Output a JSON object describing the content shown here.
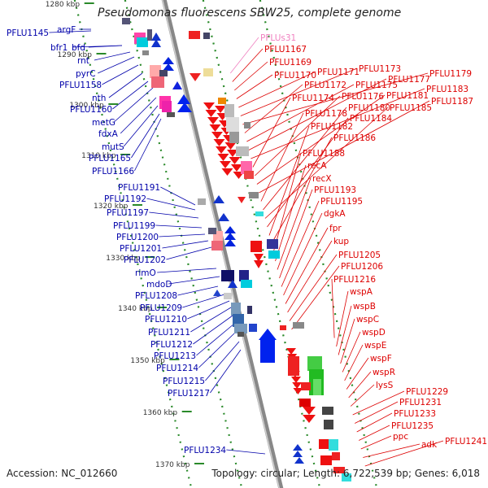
{
  "title": "Pseudomonas fluorescens SBW25, complete genome",
  "footer": {
    "accession": "Accession: NC_012660",
    "topology": "Topology: circular; Length: 6,722,539 bp; Genes: 6,018"
  },
  "colors": {
    "backbone": "#888888",
    "left_labels": "#0000aa",
    "right_labels": "#dd0000",
    "highlight_label": "#f080c0",
    "track_dots": "#2a8a2a"
  },
  "kbp_ticks": [
    "1280 kbp",
    "1290 kbp",
    "1300 kbp",
    "1310 kbp",
    "1320 kbp",
    "1330 kbp",
    "1340 kbp",
    "1350 kbp",
    "1360 kbp",
    "1370 kbp"
  ],
  "left_labels": [
    "PFLU1145",
    "argF",
    "bfr1",
    "bfd",
    "rnt",
    "pyrC",
    "PFLU1158",
    "nth",
    "PFLU1160",
    "metG",
    "fdxA",
    "mutS",
    "PFLU1165",
    "PFLU1166",
    "PFLU1191",
    "PFLU1192",
    "PFLU1197",
    "PFLU1199",
    "PFLU1200",
    "PFLU1201",
    "PFLU1202",
    "rimO",
    "mdoD",
    "PFLU1208",
    "PFLU1209",
    "PFLU1210",
    "PFLU1211",
    "PFLU1212",
    "PFLU1213",
    "PFLU1214",
    "PFLU1215",
    "PFLU1217",
    "PFLU1234"
  ],
  "right_labels": [
    "PFLUs31",
    "PFLU1167",
    "PFLU1169",
    "PFLU1170",
    "PFLU1171",
    "PFLU1173",
    "PFLU1179",
    "PFLU1172",
    "PFLU1175",
    "PFLU1177",
    "PFLU1183",
    "PFLU1174",
    "PFLU1176",
    "PFLU1181",
    "PFLU1187",
    "PFLU1178",
    "PFLU1180",
    "PFLU1185",
    "PFLU1184",
    "PFLU1182",
    "PFLU1186",
    "PFLU1188",
    "recA",
    "recX",
    "PFLU1193",
    "PFLU1195",
    "dgkA",
    "fpr",
    "kup",
    "PFLU1205",
    "PFLU1206",
    "PFLU1216",
    "wspA",
    "wspB",
    "wspC",
    "wspD",
    "wspE",
    "wspF",
    "wspR",
    "lysS",
    "PFLU1229",
    "PFLU1231",
    "PFLU1233",
    "PFLU1235",
    "ppc",
    "adk",
    "PFLU1241"
  ]
}
